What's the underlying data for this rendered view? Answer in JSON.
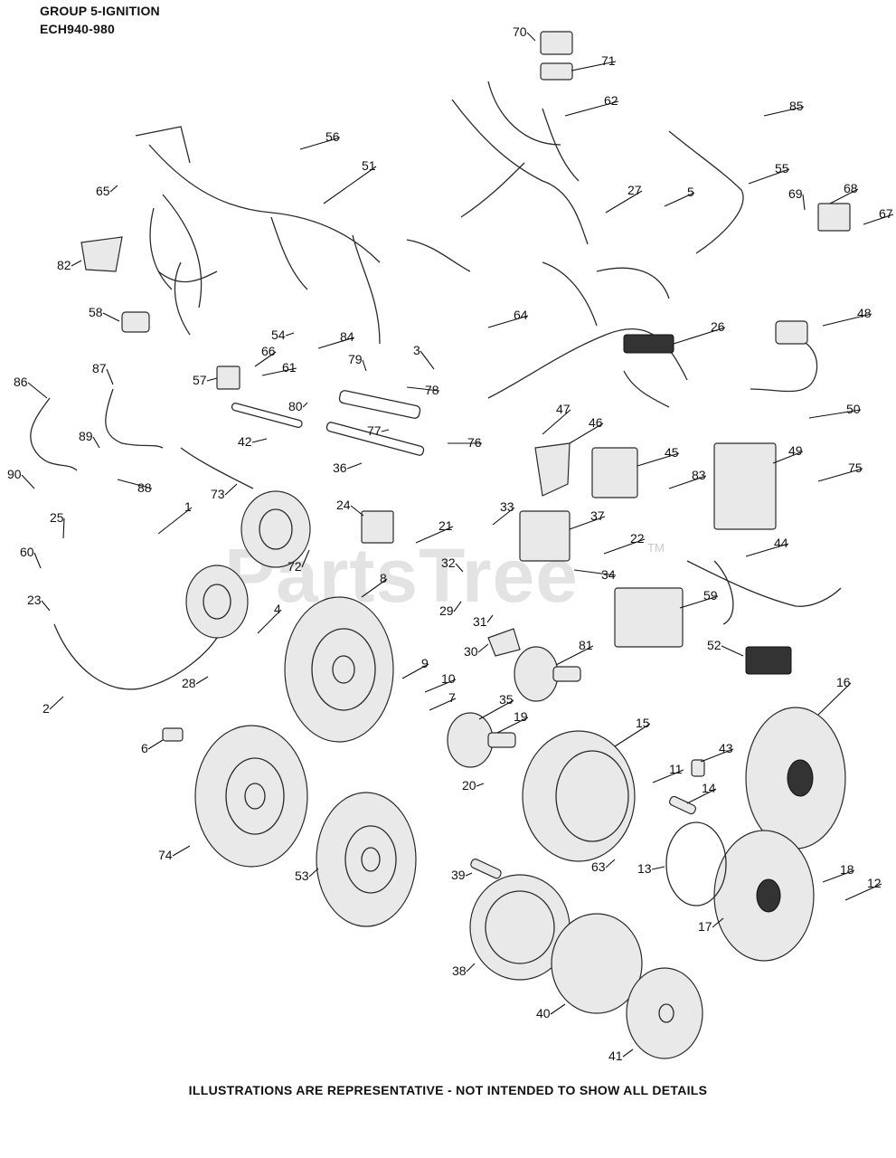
{
  "header": {
    "line1": "GROUP 5-IGNITION",
    "line2": "ECH940-980"
  },
  "footer": "ILLUSTRATIONS ARE REPRESENTATIVE - NOT INTENDED TO SHOW ALL DETAILS",
  "watermark": {
    "text": "PartsTree",
    "tm": "TM"
  },
  "callouts": [
    "70",
    "71",
    "62",
    "85",
    "56",
    "51",
    "65",
    "27",
    "5",
    "55",
    "69",
    "68",
    "67",
    "82",
    "58",
    "64",
    "54",
    "84",
    "66",
    "61",
    "57",
    "79",
    "78",
    "3",
    "48",
    "26",
    "86",
    "87",
    "80",
    "77",
    "76",
    "50",
    "89",
    "42",
    "47",
    "46",
    "45",
    "49",
    "75",
    "83",
    "90",
    "88",
    "36",
    "73",
    "1",
    "24",
    "33",
    "37",
    "25",
    "21",
    "22",
    "44",
    "60",
    "72",
    "32",
    "34",
    "8",
    "29",
    "59",
    "23",
    "31",
    "4",
    "30",
    "81",
    "52",
    "9",
    "10",
    "28",
    "7",
    "35",
    "2",
    "19",
    "16",
    "15",
    "6",
    "43",
    "11",
    "14",
    "20",
    "74",
    "53",
    "39",
    "63",
    "13",
    "18",
    "12",
    "17",
    "38",
    "40",
    "41"
  ]
}
